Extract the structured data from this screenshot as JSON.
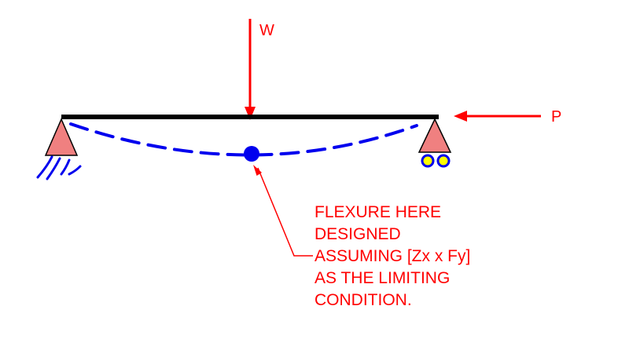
{
  "labels": {
    "load_w": "W",
    "load_p": "P"
  },
  "annotation": {
    "lines": [
      "FLEXURE HERE",
      "DESIGNED",
      "ASSUMING [Zx x Fy]",
      "AS THE LIMITING",
      "CONDITION."
    ]
  },
  "colors": {
    "beam": "#000000",
    "load_arrow": "#ff0000",
    "support_fill": "#f08080",
    "deflected_shape": "#0000ee",
    "roller": "#ffff00",
    "annotation_text": "#ff0000"
  }
}
